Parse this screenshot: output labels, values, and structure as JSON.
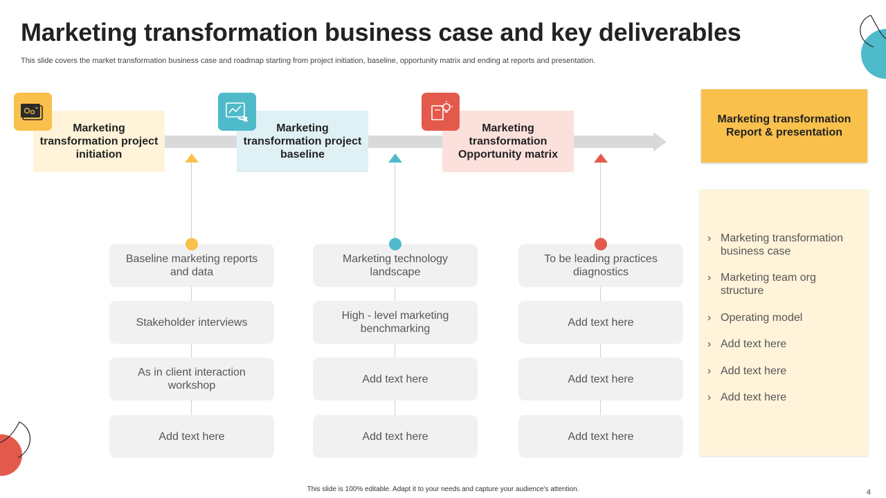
{
  "slide": {
    "title": "Marketing transformation business case and key deliverables",
    "subtitle": "This slide covers the market transformation business case and roadmap starting from project initiation, baseline, opportunity matrix and ending at reports and presentation.",
    "footer": "This slide is 100% editable. Adapt it to your needs and capture your audience's attention.",
    "page_number": "4"
  },
  "stages": [
    {
      "label": "Marketing transformation project initiation",
      "icon": "presentation-icon",
      "box_color": "#fff3d9",
      "accent_color": "#f9c04c",
      "items": [
        "Baseline marketing reports and data",
        "Stakeholder interviews",
        "As in client interaction workshop",
        "Add text here"
      ]
    },
    {
      "label": "Marketing transformation project baseline",
      "icon": "chart-monitor-icon",
      "box_color": "#dff1f5",
      "accent_color": "#4fbac9",
      "items": [
        "Marketing technology landscape",
        "High - level marketing benchmarking",
        "Add text here",
        "Add text here"
      ]
    },
    {
      "label": "Marketing transformation Opportunity matrix",
      "icon": "idea-book-icon",
      "box_color": "#fbe0dc",
      "accent_color": "#e35a4c",
      "items": [
        "To be leading practices diagnostics",
        "Add text here",
        "Add text here",
        "Add text here"
      ]
    }
  ],
  "report": {
    "label": "Marketing transformation Report & presentation",
    "color": "#f9c04c"
  },
  "deliverables": {
    "bullet_glyph": "›",
    "items": [
      "Marketing transformation business case",
      "Marketing team org structure",
      "Operating model",
      "Add text here",
      "Add text here",
      "Add text here"
    ]
  }
}
